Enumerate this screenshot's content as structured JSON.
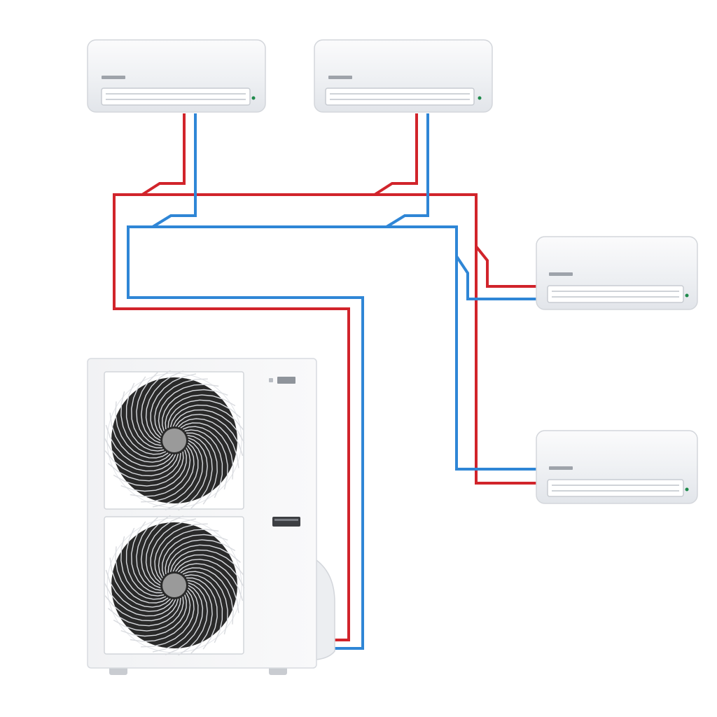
{
  "diagram": {
    "indoor_units": [
      {
        "id": "indoor-unit-1"
      },
      {
        "id": "indoor-unit-2"
      },
      {
        "id": "indoor-unit-3"
      },
      {
        "id": "indoor-unit-4"
      }
    ],
    "outdoor_unit": {
      "fans": 2
    },
    "pipes": {
      "hot_line_color": "#d1242b",
      "cold_line_color": "#2f86d6"
    },
    "colors": {
      "unit_body": "#f3f4f6",
      "unit_edge": "#d8dbe0",
      "fan_blade": "#2a2a2a",
      "fan_hub": "#9a9a9a",
      "indicator": "#1f8a4c"
    }
  }
}
